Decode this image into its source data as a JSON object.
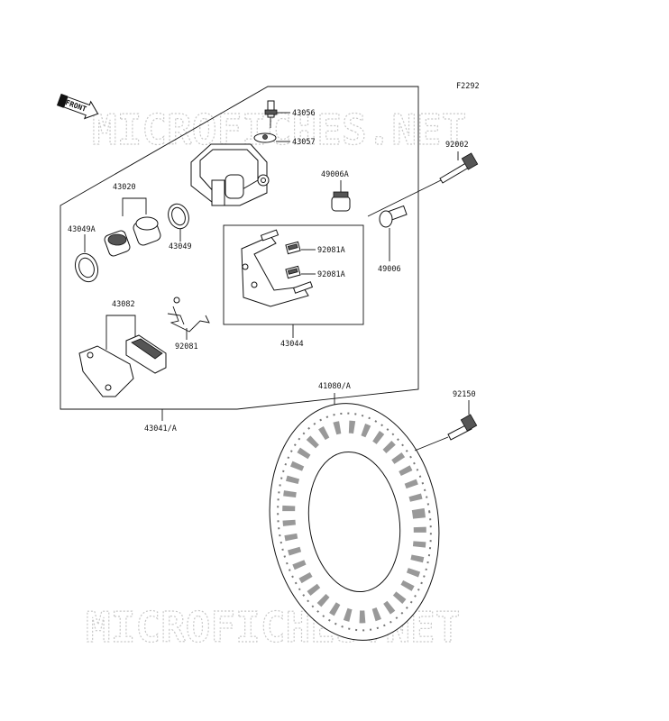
{
  "figure_code": "F2292",
  "front_label": "FRONT",
  "watermark": "MICROFICHES.NET",
  "parts": {
    "p43056": "43056",
    "p43057": "43057",
    "p92002": "92002",
    "p43020": "43020",
    "p49006A": "49006A",
    "p43049A": "43049A",
    "p43049": "43049",
    "p92081A_1": "92081A",
    "p92081A_2": "92081A",
    "p49006": "49006",
    "p43082": "43082",
    "p92081": "92081",
    "p43044": "43044",
    "p41080A": "41080/A",
    "p92150": "92150",
    "p43041A": "43041/A"
  }
}
